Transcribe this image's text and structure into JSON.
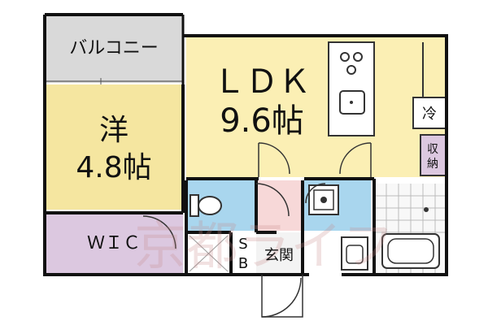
{
  "rooms": {
    "balcony": "バルコニー",
    "ldk_name": "ＬＤＫ",
    "ldk_size": "9.6帖",
    "western_name": "洋",
    "western_size": "4.8帖",
    "wic": "ＷＩＣ",
    "sb_s": "S",
    "sb_b": "B",
    "entrance": "玄関",
    "fridge": "冷",
    "storage_1": "収",
    "storage_2": "納"
  },
  "watermark": "京都ライフ",
  "colors": {
    "wall": "#111111",
    "ldk_floor": "#fbefb4",
    "western_floor": "#f5e6a0",
    "balcony_floor": "#d9d9d9",
    "wic_floor": "#dcc8e0",
    "wet_area": "#a9d6ee",
    "entrance_floor": "#f3f3f3"
  }
}
